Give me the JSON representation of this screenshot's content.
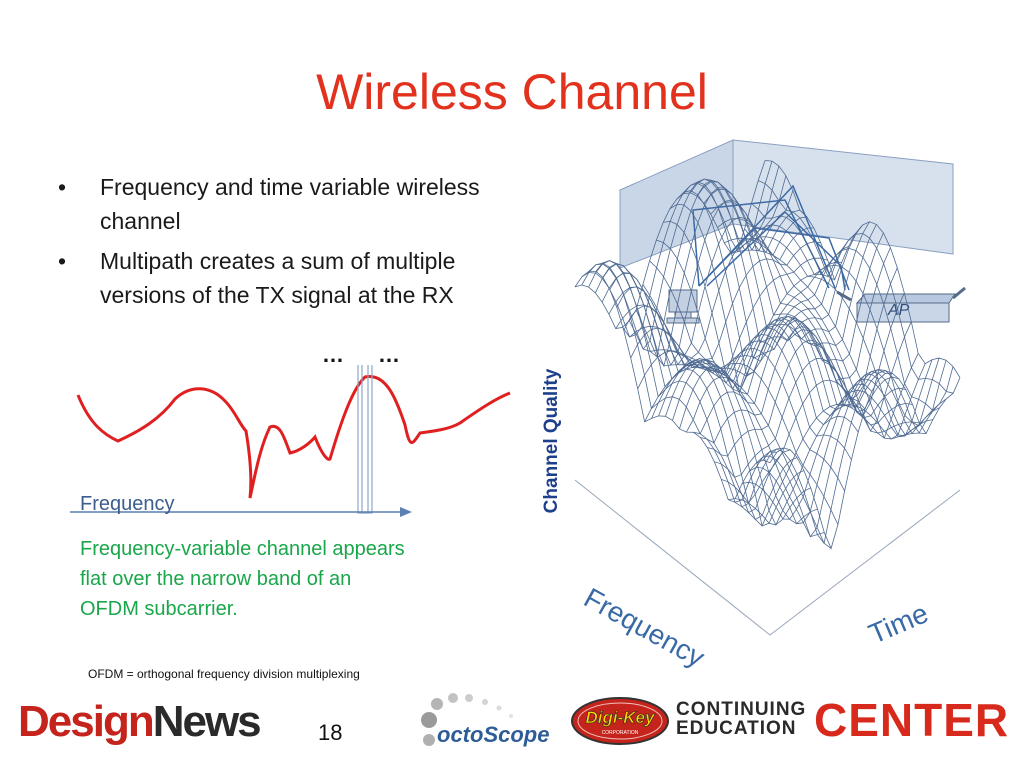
{
  "slide": {
    "title": "Wireless Channel",
    "bullets": [
      {
        "marker": "•",
        "text": "Frequency and time variable wireless channel"
      },
      {
        "marker": "•",
        "text": "Multipath creates a sum of multiple versions of the TX signal at the RX"
      }
    ],
    "ellipsis_left": "…",
    "ellipsis_right": "…",
    "frequency_label": "Frequency",
    "green_note": "Frequency-variable channel appears flat over the narrow band of an OFDM subcarrier.",
    "footnote": "OFDM = orthogonal frequency division multiplexing",
    "page_number": "18",
    "colors": {
      "title": "#e2321d",
      "green": "#1aa64a",
      "curve": "#e02020",
      "accent_blue": "#3a6aa6"
    }
  },
  "diagram": {
    "ap_label": "AP",
    "channel_quality_label": "Channel Quality",
    "freq_axis_label": "Frequency",
    "time_axis_label": "Time"
  },
  "footer": {
    "design_part": "Design",
    "news_part": "News",
    "octoscope": "octoScope",
    "digikey": "Digi-Key",
    "digikey_sub": "CORPORATION",
    "continuing": "CONTINUING",
    "education": "EDUCATION",
    "center": "CENTER"
  }
}
